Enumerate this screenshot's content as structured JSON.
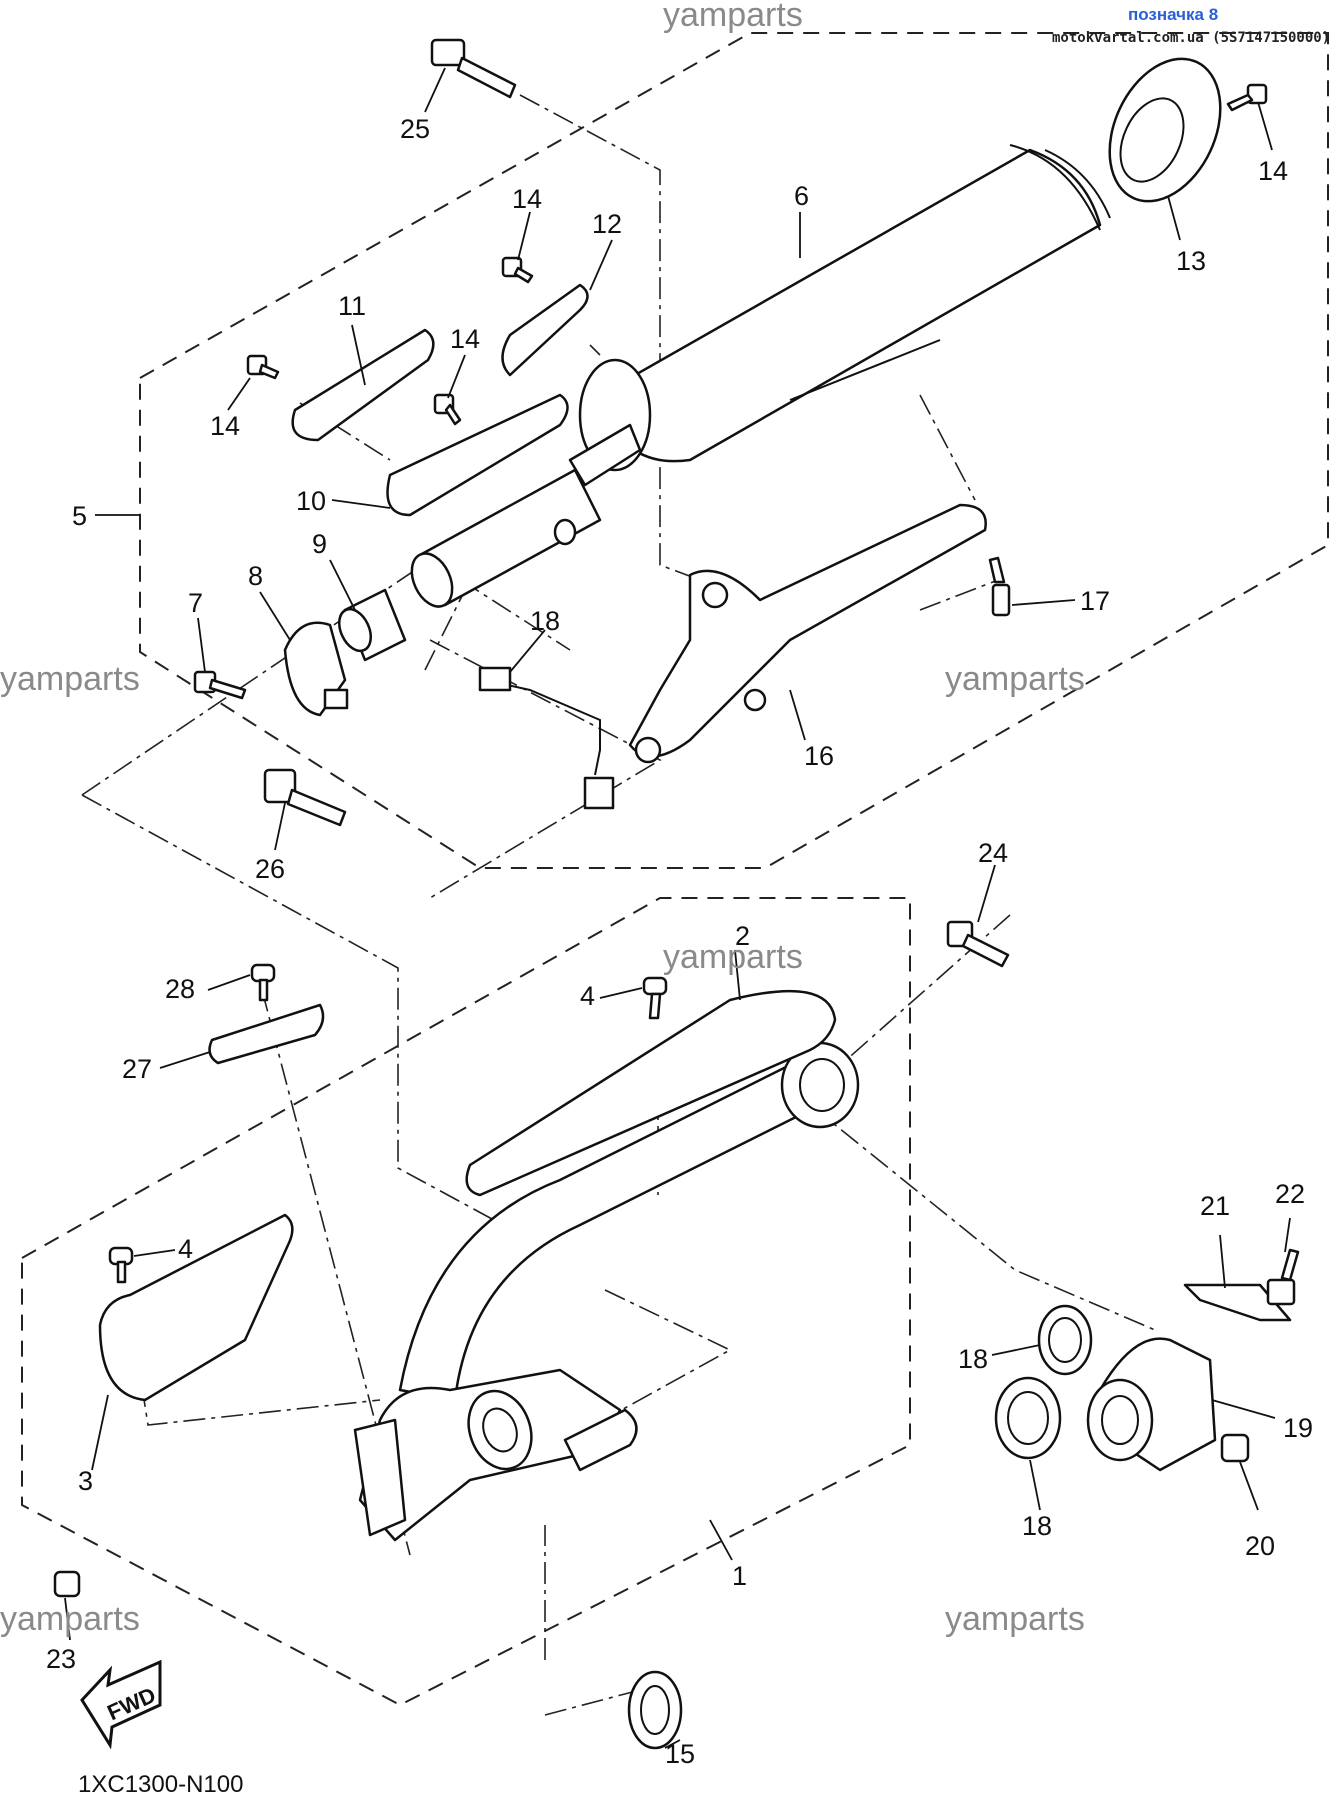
{
  "header": {
    "badge": "позначка 8",
    "source": "motokvartal.com.ua (5S7147150000)"
  },
  "watermark": "yamparts",
  "diagram_code": "1XC1300-N100",
  "fwd_label": "FWD",
  "parts": [
    {
      "id": "p1",
      "label": "1"
    },
    {
      "id": "p2",
      "label": "2"
    },
    {
      "id": "p3",
      "label": "3"
    },
    {
      "id": "p4a",
      "label": "4"
    },
    {
      "id": "p4b",
      "label": "4"
    },
    {
      "id": "p5",
      "label": "5"
    },
    {
      "id": "p6",
      "label": "6"
    },
    {
      "id": "p7",
      "label": "7"
    },
    {
      "id": "p8",
      "label": "8"
    },
    {
      "id": "p9",
      "label": "9"
    },
    {
      "id": "p10",
      "label": "10"
    },
    {
      "id": "p11",
      "label": "11"
    },
    {
      "id": "p12",
      "label": "12"
    },
    {
      "id": "p13",
      "label": "13"
    },
    {
      "id": "p14a",
      "label": "14"
    },
    {
      "id": "p14b",
      "label": "14"
    },
    {
      "id": "p14c",
      "label": "14"
    },
    {
      "id": "p14d",
      "label": "14"
    },
    {
      "id": "p15",
      "label": "15"
    },
    {
      "id": "p16",
      "label": "16"
    },
    {
      "id": "p17",
      "label": "17"
    },
    {
      "id": "p18a",
      "label": "18"
    },
    {
      "id": "p18b",
      "label": "18"
    },
    {
      "id": "p18c",
      "label": "18"
    },
    {
      "id": "p19",
      "label": "19"
    },
    {
      "id": "p20",
      "label": "20"
    },
    {
      "id": "p21",
      "label": "21"
    },
    {
      "id": "p22",
      "label": "22"
    },
    {
      "id": "p23",
      "label": "23"
    },
    {
      "id": "p24",
      "label": "24"
    },
    {
      "id": "p25",
      "label": "25"
    },
    {
      "id": "p26",
      "label": "26"
    },
    {
      "id": "p27",
      "label": "27"
    },
    {
      "id": "p28",
      "label": "28"
    }
  ]
}
